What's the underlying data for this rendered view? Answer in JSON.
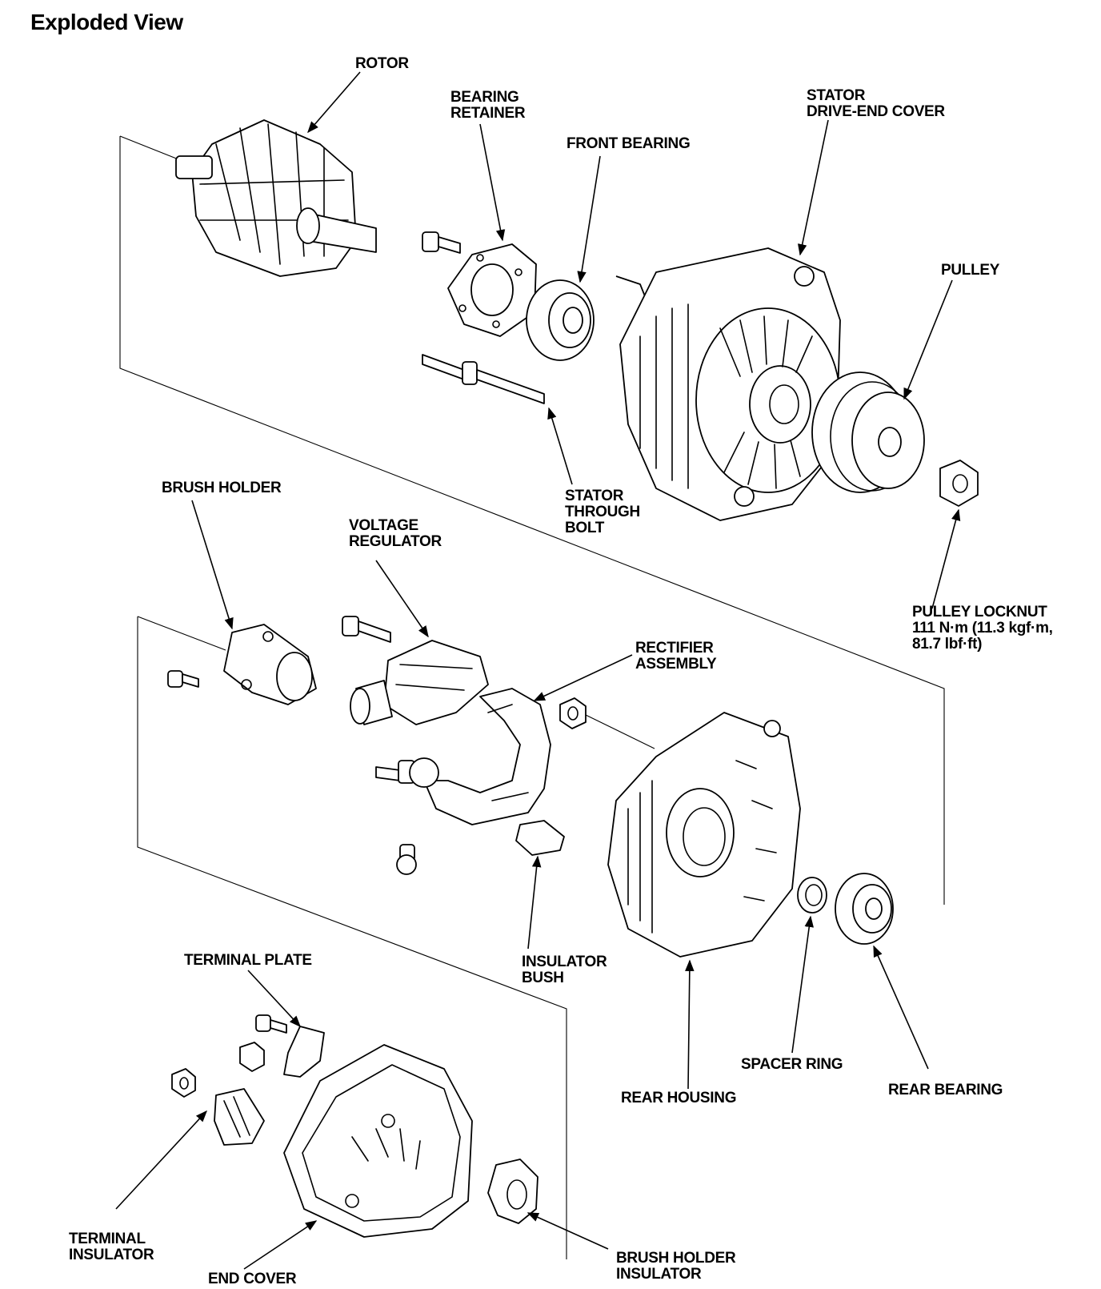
{
  "title": "Exploded View",
  "labels": {
    "rotor": [
      "ROTOR"
    ],
    "bearing_retainer": [
      "BEARING",
      "RETAINER"
    ],
    "front_bearing": [
      "FRONT BEARING"
    ],
    "stator_cover": [
      "STATOR",
      "DRIVE-END COVER"
    ],
    "pulley": [
      "PULLEY"
    ],
    "stator_bolt": [
      "STATOR",
      "THROUGH",
      "BOLT"
    ],
    "brush_holder": [
      "BRUSH HOLDER"
    ],
    "voltage_regulator": [
      "VOLTAGE",
      "REGULATOR"
    ],
    "rectifier": [
      "RECTIFIER",
      "ASSEMBLY"
    ],
    "pulley_locknut": [
      "PULLEY LOCKNUT",
      "111 N·m (11.3 kgf·m,",
      "81.7 lbf·ft)"
    ],
    "insulator_bush": [
      "INSULATOR",
      "BUSH"
    ],
    "terminal_plate": [
      "TERMINAL PLATE"
    ],
    "spacer_ring": [
      "SPACER RING"
    ],
    "rear_housing": [
      "REAR HOUSING"
    ],
    "rear_bearing": [
      "REAR BEARING"
    ],
    "terminal_insulator": [
      "TERMINAL",
      "INSULATOR"
    ],
    "end_cover": [
      "END COVER"
    ],
    "brush_holder_insulator": [
      "BRUSH HOLDER",
      "INSULATOR"
    ]
  }
}
